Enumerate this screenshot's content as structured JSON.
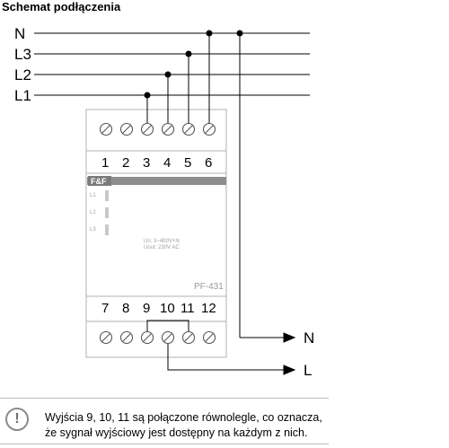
{
  "title": "Schemat podłączenia",
  "lines": [
    "N",
    "L3",
    "L2",
    "L1"
  ],
  "top_terminals": [
    "1",
    "2",
    "3",
    "4",
    "5",
    "6"
  ],
  "bottom_terminals": [
    "7",
    "8",
    "9",
    "10",
    "11",
    "12"
  ],
  "device": {
    "logo": "F&F",
    "indicators": [
      "L1",
      "L2",
      "L3"
    ],
    "spec_line1": "Un: 3~400V+N",
    "spec_line2": "Uout: 230V AC",
    "model": "PF-431"
  },
  "outputs": [
    "N",
    "L"
  ],
  "note": {
    "icon": "exclamation-icon",
    "line1": "Wyjścia 9, 10, 11 są połączone równolegle, co oznacza,",
    "line2": "że sygnał wyjściowy jest dostępny na każdym z nich."
  }
}
